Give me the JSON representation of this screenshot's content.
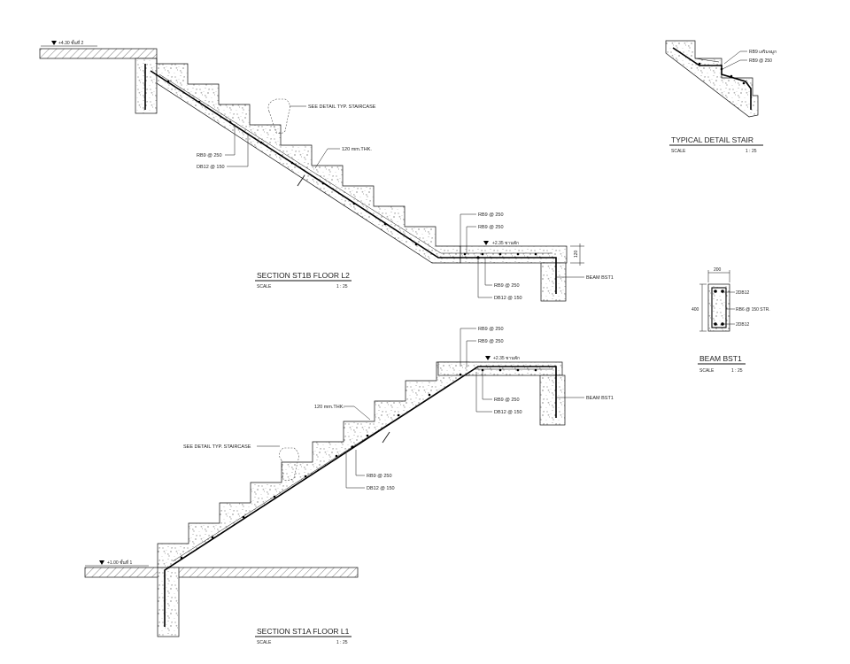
{
  "upper_section": {
    "title": "SECTION ST1B FLOOR L2",
    "scale_label": "SCALE",
    "scale_value": "1 : 25",
    "level_top": "+4.30 ชั้นที่ 2",
    "level_landing": "+2.35 ชานพัก",
    "callout_detail": "SEE DETAIL TYP. STAIRCASE",
    "callout_thk": "120 mm.THK.",
    "rb9_250": "RB9 @ 250",
    "db12_150": "DB12 @ 150",
    "landing_rb_a": "RB9 @ 250",
    "landing_rb_b": "RB9 @ 250",
    "landing_rb_c": "RB9 @ 250",
    "landing_db": "DB12 @ 150",
    "beam_label": "BEAM BST1",
    "dim_120": "120"
  },
  "lower_section": {
    "title": "SECTION ST1A FLOOR L1",
    "scale_label": "SCALE",
    "scale_value": "1 : 25",
    "level_bottom": "+1.00 ชั้นที่ 1",
    "level_landing": "+2.35 ชานพัก",
    "callout_detail": "SEE DETAIL TYP. STAIRCASE",
    "callout_thk": "120 mm.THK.",
    "rb9_250": "RB9 @ 250",
    "db12_150": "DB12 @ 150",
    "landing_rb_a": "RB9 @ 250",
    "landing_rb_b": "RB9 @ 250",
    "landing_rb_c": "RB9 @ 250",
    "landing_db": "DB12 @ 150",
    "beam_label": "BEAM BST1"
  },
  "typical_detail": {
    "title": "TYPICAL DETAIL STAIR",
    "scale_label": "SCALE",
    "scale_value": "1 : 25",
    "label_a": "RB9 เสริมจมูก",
    "label_b": "RB9 @ 250"
  },
  "beam_detail": {
    "title": "BEAM BST1",
    "scale_label": "SCALE",
    "scale_value": "1 : 25",
    "width": "200",
    "height": "400",
    "top_bars": "2DB12",
    "stirrup": "RB6 @ 150 STR.",
    "bottom_bars": "2DB12"
  }
}
